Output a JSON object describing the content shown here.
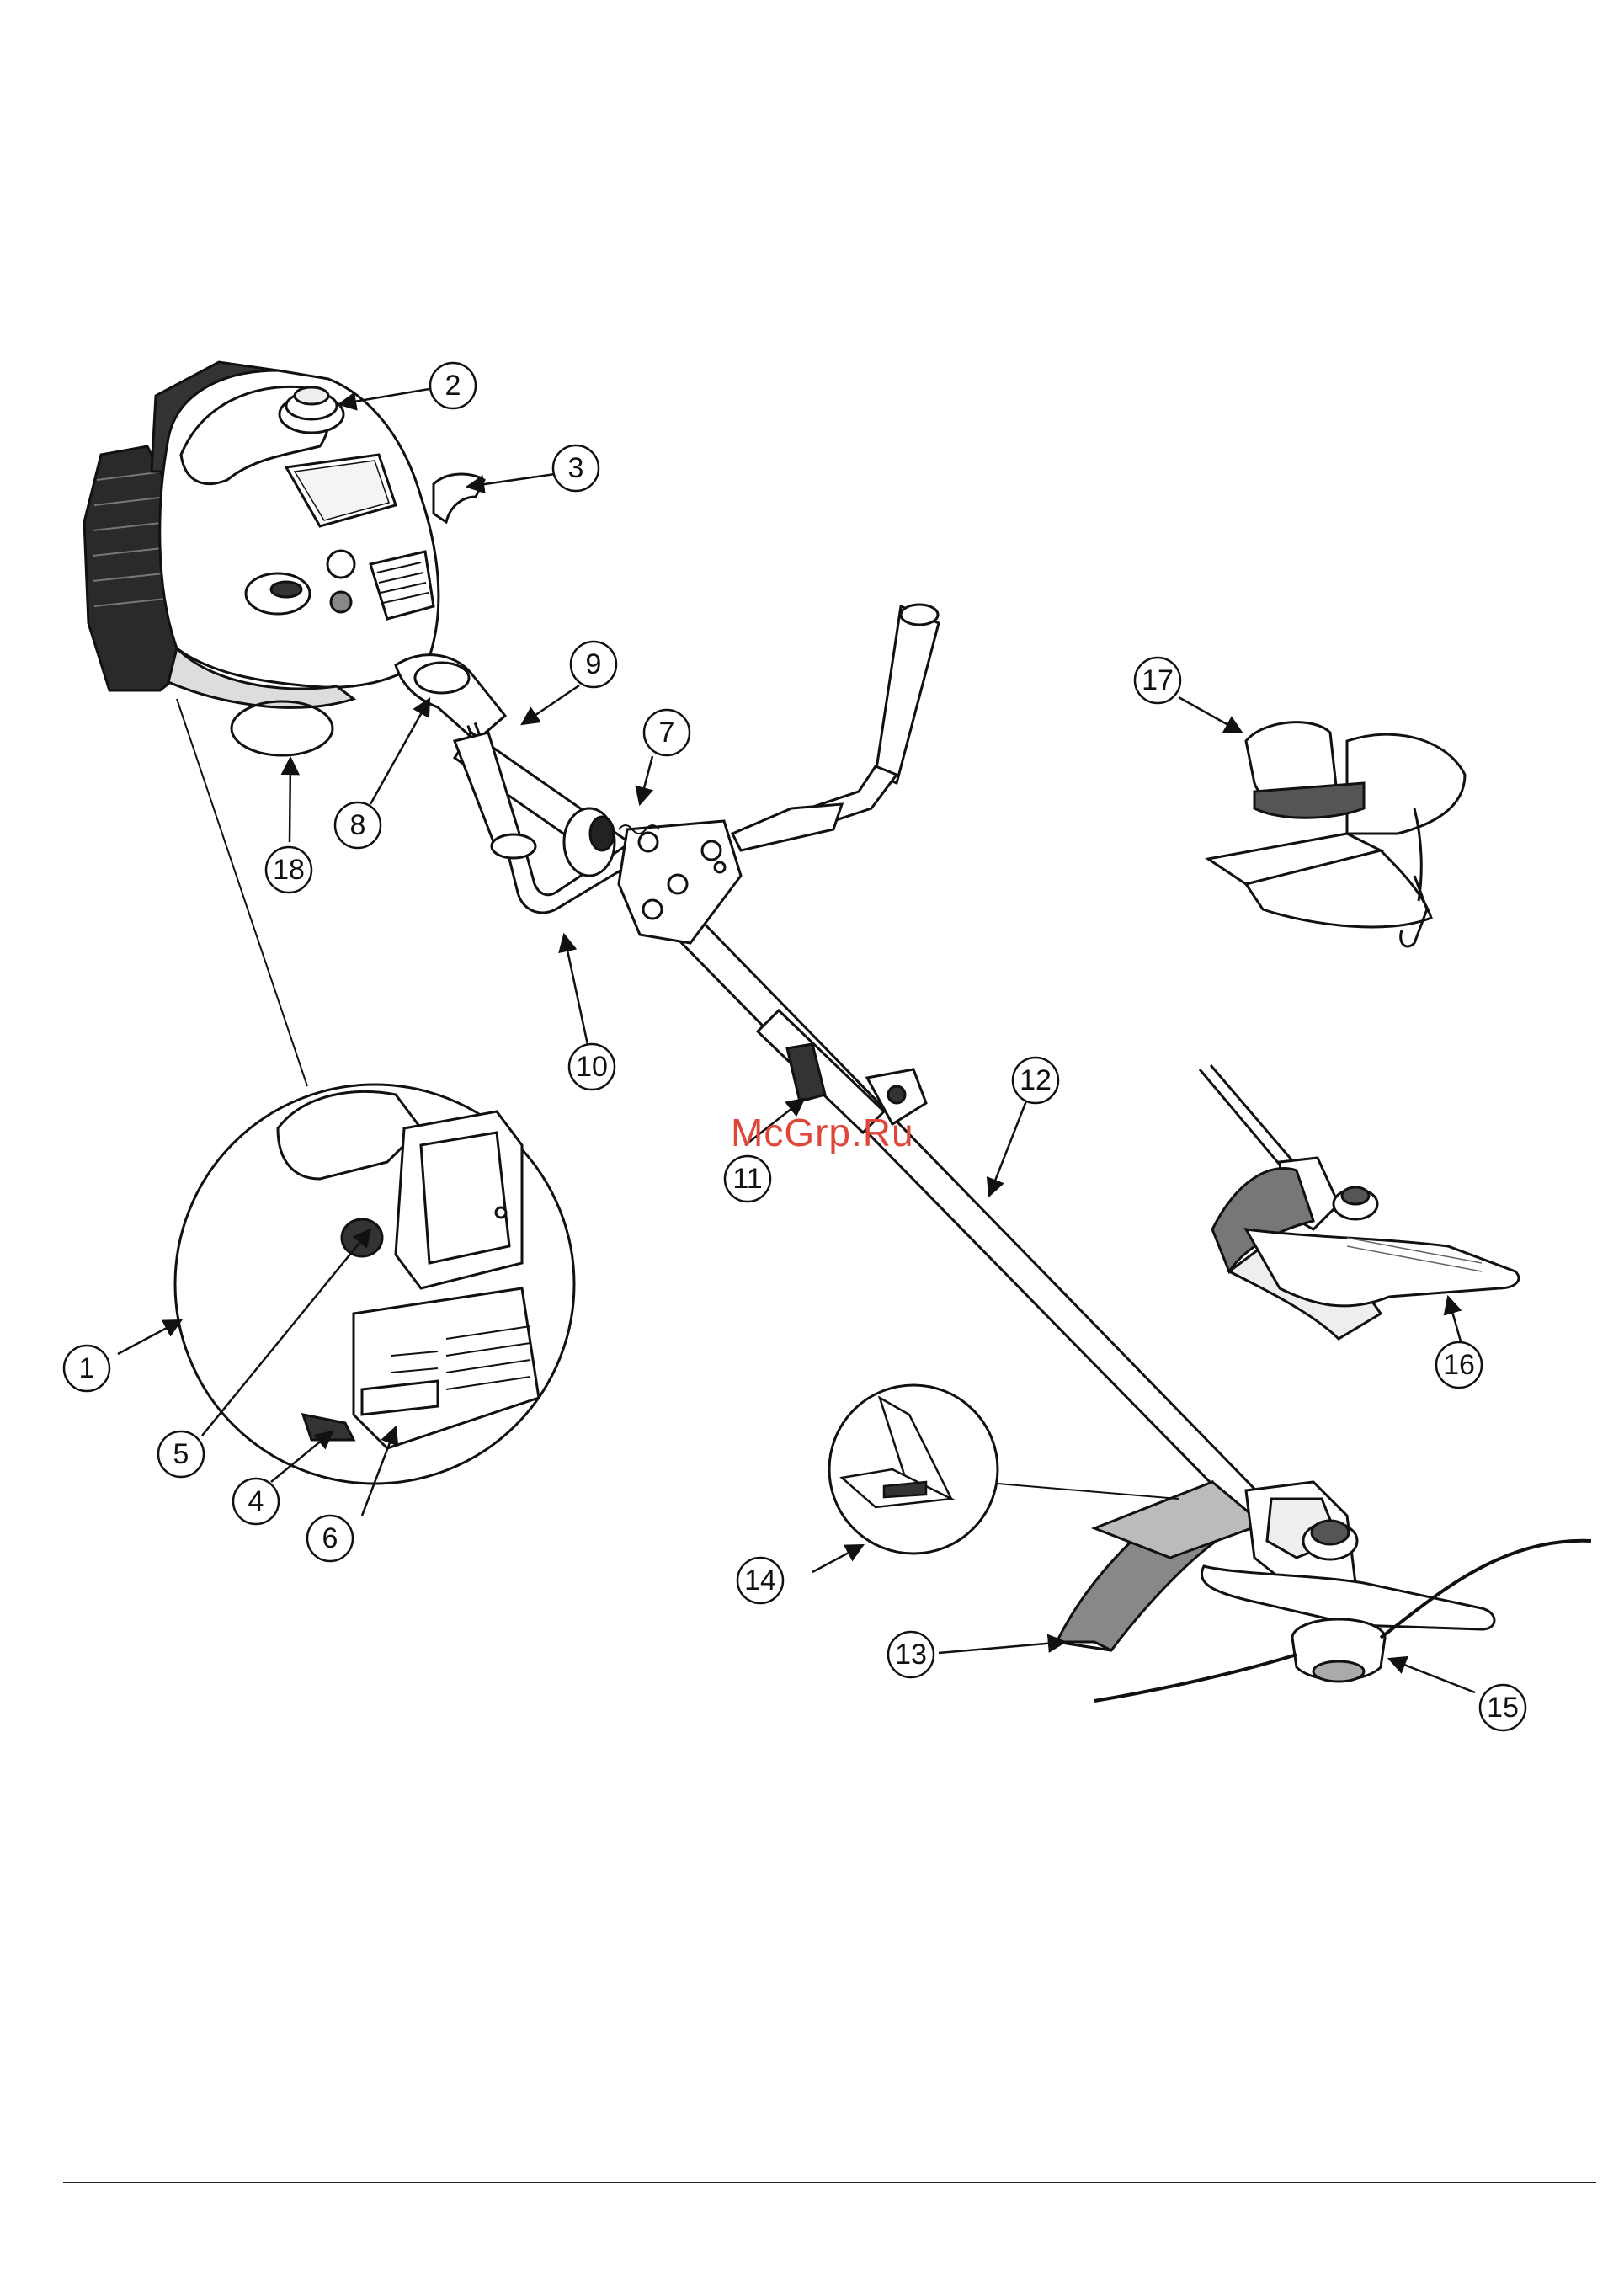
{
  "watermark": "McGrp.Ru",
  "callouts": [
    {
      "id": "c1",
      "label": "1"
    },
    {
      "id": "c2",
      "label": "2"
    },
    {
      "id": "c3",
      "label": "3"
    },
    {
      "id": "c4",
      "label": "4"
    },
    {
      "id": "c5",
      "label": "5"
    },
    {
      "id": "c6",
      "label": "6"
    },
    {
      "id": "c7",
      "label": "7"
    },
    {
      "id": "c8",
      "label": "8"
    },
    {
      "id": "c9",
      "label": "9"
    },
    {
      "id": "c10",
      "label": "10"
    },
    {
      "id": "c11",
      "label": "11"
    },
    {
      "id": "c12",
      "label": "12"
    },
    {
      "id": "c13",
      "label": "13"
    },
    {
      "id": "c14",
      "label": "14"
    },
    {
      "id": "c15",
      "label": "15"
    },
    {
      "id": "c16",
      "label": "16"
    },
    {
      "id": "c17",
      "label": "17"
    },
    {
      "id": "c18",
      "label": "18"
    }
  ],
  "colors": {
    "line": "#111111",
    "shade": "#555555",
    "light": "#d8d8d8",
    "watermark": "#e0453a"
  }
}
